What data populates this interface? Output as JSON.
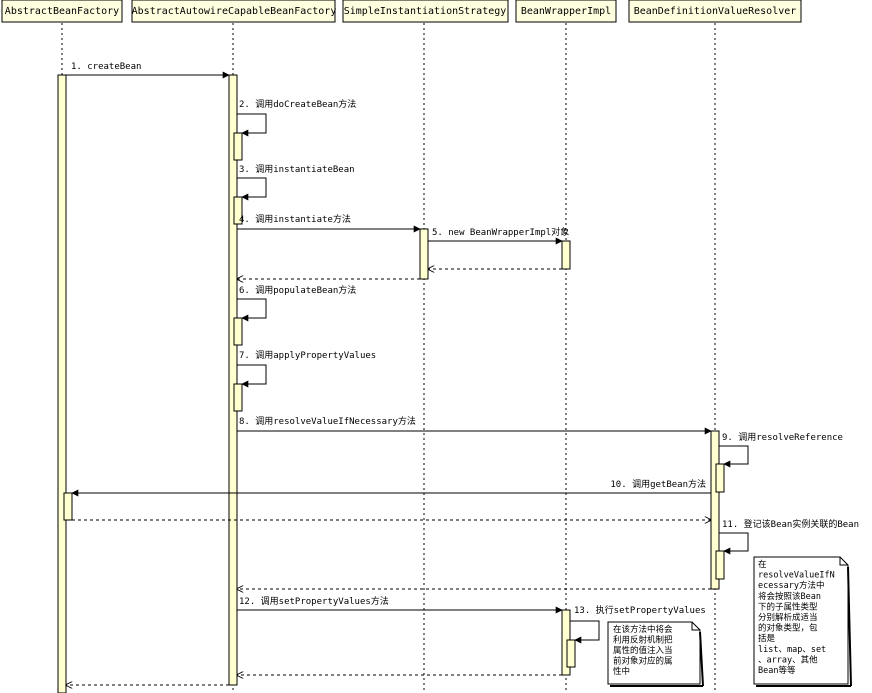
{
  "participants": [
    {
      "id": "abf",
      "label": "AbstractBeanFactory"
    },
    {
      "id": "aacbf",
      "label": "AbstractAutowireCapableBeanFactory"
    },
    {
      "id": "sis",
      "label": "SimpleInstantiationStrategy"
    },
    {
      "id": "bwi",
      "label": "BeanWrapperImpl"
    },
    {
      "id": "bdvr",
      "label": "BeanDefinitionValueResolver"
    }
  ],
  "messages": [
    {
      "label": "1. createBean"
    },
    {
      "label": "2. 调用doCreateBean方法"
    },
    {
      "label": "3. 调用instantiateBean"
    },
    {
      "label": "4. 调用instantiate方法"
    },
    {
      "label": "5. new BeanWrapperImpl对象"
    },
    {
      "label": "6. 调用populateBean方法"
    },
    {
      "label": "7. 调用applyPropertyValues"
    },
    {
      "label": "8. 调用resolveValueIfNecessary方法"
    },
    {
      "label": "9. 调用resolveReference"
    },
    {
      "label": "10. 调用getBean方法"
    },
    {
      "label": "11. 登记该Bean实例关联的Bean"
    },
    {
      "label": "12. 调用setPropertyValues方法"
    },
    {
      "label": "13. 执行setPropertyValues"
    }
  ],
  "notes": [
    {
      "lines": [
        "在该方法中将会",
        "利用反射机制把",
        "属性的值注入当",
        "前对象对应的属",
        "性中"
      ]
    },
    {
      "lines": [
        "在",
        "resolveValueIfN",
        "ecessary方法中",
        "将会按照该Bean",
        "下的子属性类型",
        "分别解析成适当",
        "的对象类型，包",
        "括是",
        "list、map、set",
        "、array、其他",
        "Bean等等"
      ]
    }
  ]
}
